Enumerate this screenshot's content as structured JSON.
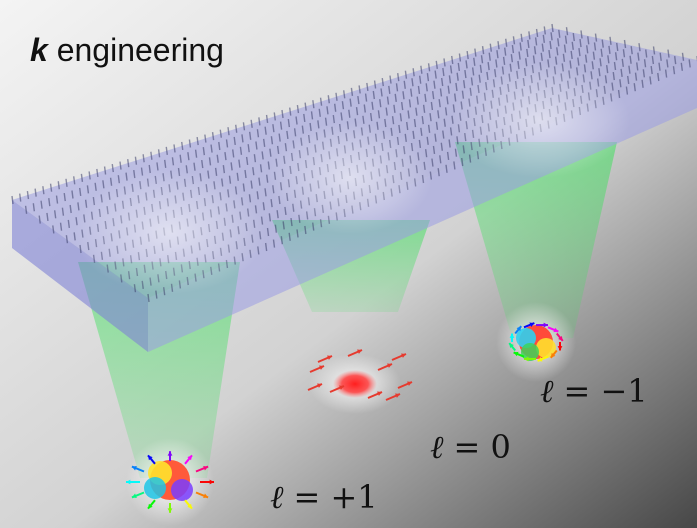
{
  "title": {
    "symbol": "k",
    "text": "engineering"
  },
  "labels": [
    {
      "id": "left",
      "ell": "ℓ",
      "eq": "=",
      "value": "+1"
    },
    {
      "id": "middle",
      "ell": "ℓ",
      "eq": "=",
      "value": "0"
    },
    {
      "id": "right",
      "ell": "ℓ",
      "eq": "=",
      "value": "−1"
    }
  ],
  "colors": {
    "background_light": "#e9e9e9",
    "background_dark": "#4a4a4a",
    "slab": "#8c8fe0",
    "beam": "#37d94d",
    "radial_arrows": "rainbow",
    "center_spot": "#ff2a2a"
  }
}
